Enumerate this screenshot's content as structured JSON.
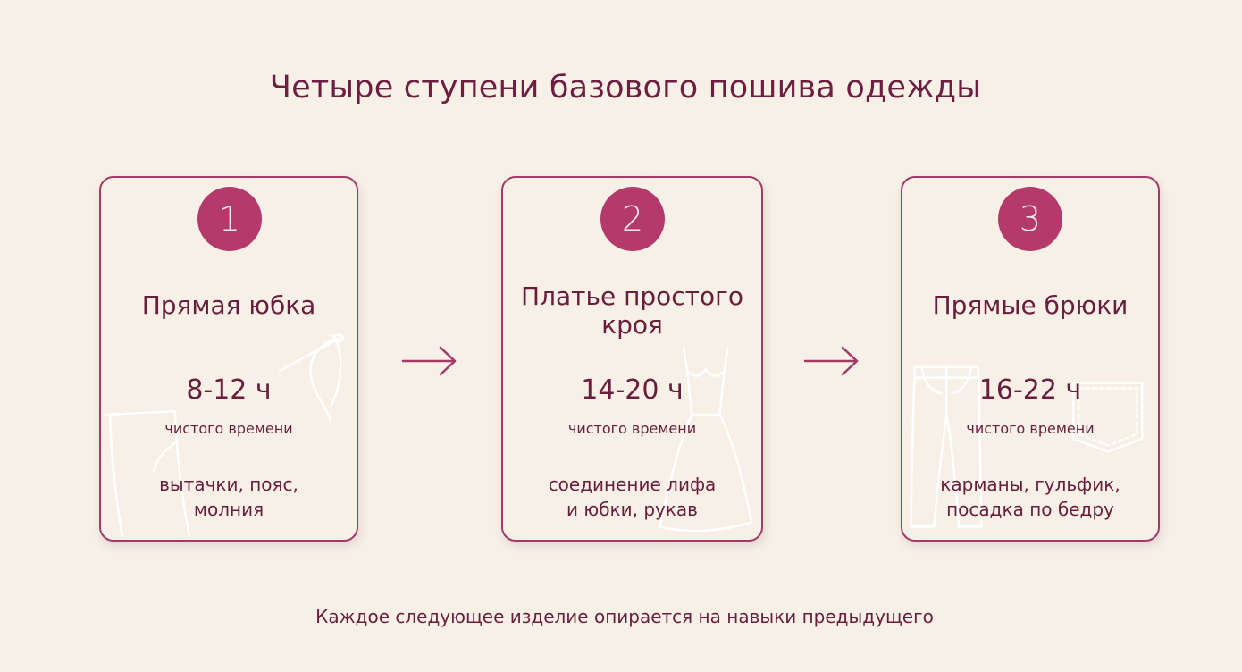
{
  "title": "Четыре ступени базового пошива одежды",
  "steps": [
    {
      "number": "1",
      "name": "Прямая юбка",
      "hours": "8-12 ч",
      "hours_note": "чистого времени",
      "skills_line1": "вытачки, пояс,",
      "skills_line2": "молния",
      "decoration_icons": [
        "needle-thread-icon",
        "skirt-pattern-icon"
      ]
    },
    {
      "number": "2",
      "name_line1": "Платье простого",
      "name_line2": "кроя",
      "hours": "14-20 ч",
      "hours_note": "чистого времени",
      "skills_line1": "соединение лифа",
      "skills_line2": "и юбки, рукав",
      "decoration_icons": [
        "dress-icon"
      ]
    },
    {
      "number": "3",
      "name": "Прямые брюки",
      "hours": "16-22 ч",
      "hours_note": "чистого времени",
      "skills_line1": "карманы, гульфик,",
      "skills_line2": "посадка по бедру",
      "decoration_icons": [
        "trousers-icon",
        "pocket-icon"
      ]
    }
  ],
  "footer": "Каждое следующее изделие опирается на навыки предыдущего",
  "colors": {
    "background": "#f6f0e6",
    "accent": "#b53a6c",
    "border": "#a33a6a",
    "text": "#6a1e3e"
  }
}
